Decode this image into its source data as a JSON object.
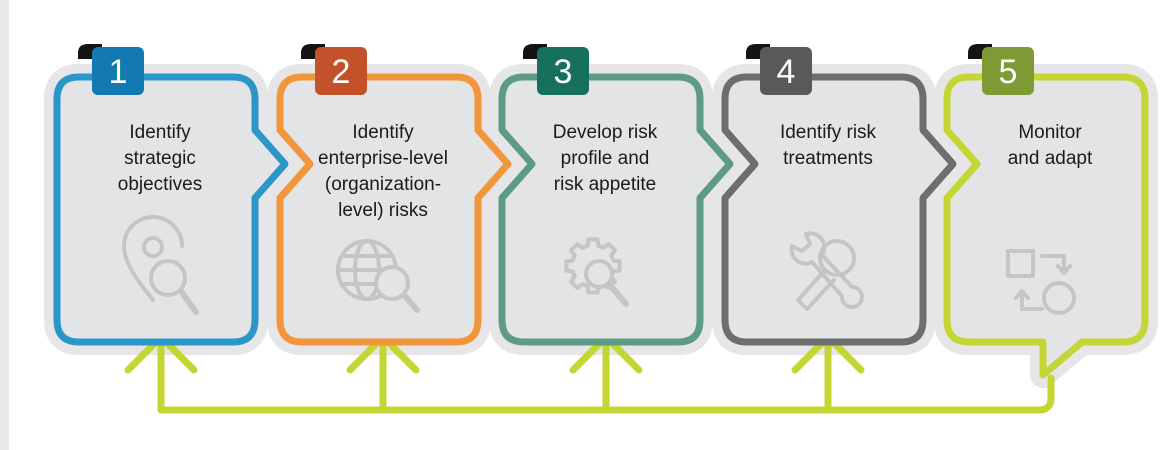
{
  "steps": [
    {
      "number": "1",
      "title": [
        "Identify",
        "strategic",
        "objectives"
      ],
      "color": "#2b97c9",
      "badge": "#1379b1",
      "icon": "map-pin-search-icon"
    },
    {
      "number": "2",
      "title": [
        "Identify",
        "enterprise-level",
        "(organization-",
        "level) risks"
      ],
      "color": "#f1963b",
      "badge": "#c3522a",
      "icon": "globe-search-icon"
    },
    {
      "number": "3",
      "title": [
        "Develop risk",
        "profile and",
        "risk appetite"
      ],
      "color": "#5d9b85",
      "badge": "#17705c",
      "icon": "gear-search-icon"
    },
    {
      "number": "4",
      "title": [
        "Identify risk",
        "treatments"
      ],
      "color": "#6e6e70",
      "badge": "#59595b",
      "icon": "wrench-key-icon"
    },
    {
      "number": "5",
      "title": [
        "Monitor",
        "and adapt"
      ],
      "color": "#c3d633",
      "badge": "#7e9a34",
      "icon": "adapt-cycle-icon"
    }
  ],
  "colors": {
    "panel_fill": "#e3e4e6",
    "halo": "#e6e6e8",
    "icon": "#c5c5c5",
    "feedback": "#c3d633"
  }
}
